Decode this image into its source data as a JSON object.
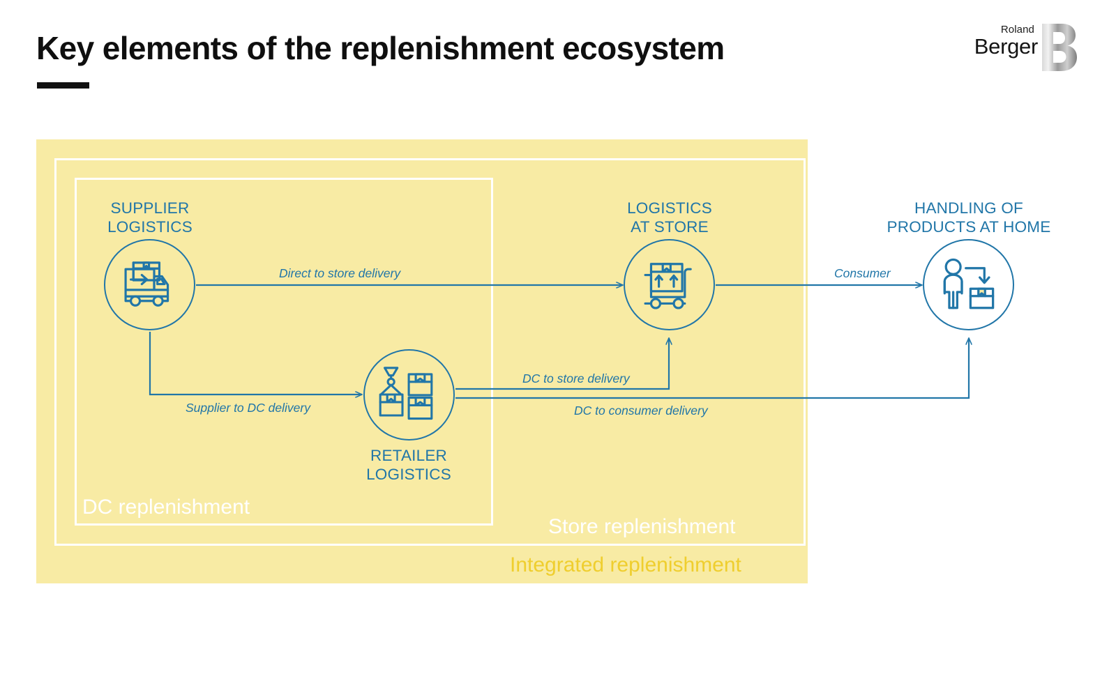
{
  "header": {
    "title": "Key elements of the replenishment ecosystem",
    "logo": {
      "line1": "Roland",
      "line2": "Berger",
      "mark": "B"
    }
  },
  "colors": {
    "band_yellow": "#F8EBA4",
    "accent_blue": "#2176A8",
    "gold": "#EFCE2E",
    "white": "#FFFFFF",
    "title_black": "#0F0F0F"
  },
  "bands": [
    {
      "key": "dc",
      "label": "DC replenishment"
    },
    {
      "key": "store",
      "label": "Store replenishment"
    },
    {
      "key": "integrated",
      "label": "Integrated replenishment"
    }
  ],
  "nodes": [
    {
      "key": "supplier",
      "title": "SUPPLIER\nLOGISTICS",
      "icon": "delivery-truck-icon"
    },
    {
      "key": "store",
      "title": "LOGISTICS\nAT STORE",
      "icon": "shopping-cart-box-icon"
    },
    {
      "key": "home",
      "title": "HANDLING OF\nPRODUCTS AT HOME",
      "icon": "person-unpacking-box-icon"
    },
    {
      "key": "retailer",
      "title": "RETAILER\nLOGISTICS",
      "icon": "crane-hook-boxes-icon"
    }
  ],
  "flows": [
    {
      "key": "direct",
      "label": "Direct to store delivery",
      "from": "supplier",
      "to": "store"
    },
    {
      "key": "supplier_dc",
      "label": "Supplier to DC delivery",
      "from": "supplier",
      "to": "retailer"
    },
    {
      "key": "dc_store",
      "label": "DC to store delivery",
      "from": "retailer",
      "to": "store"
    },
    {
      "key": "dc_consumer",
      "label": "DC to consumer delivery",
      "from": "retailer",
      "to": "home"
    },
    {
      "key": "consumer",
      "label": "Consumer",
      "from": "store",
      "to": "home"
    }
  ]
}
